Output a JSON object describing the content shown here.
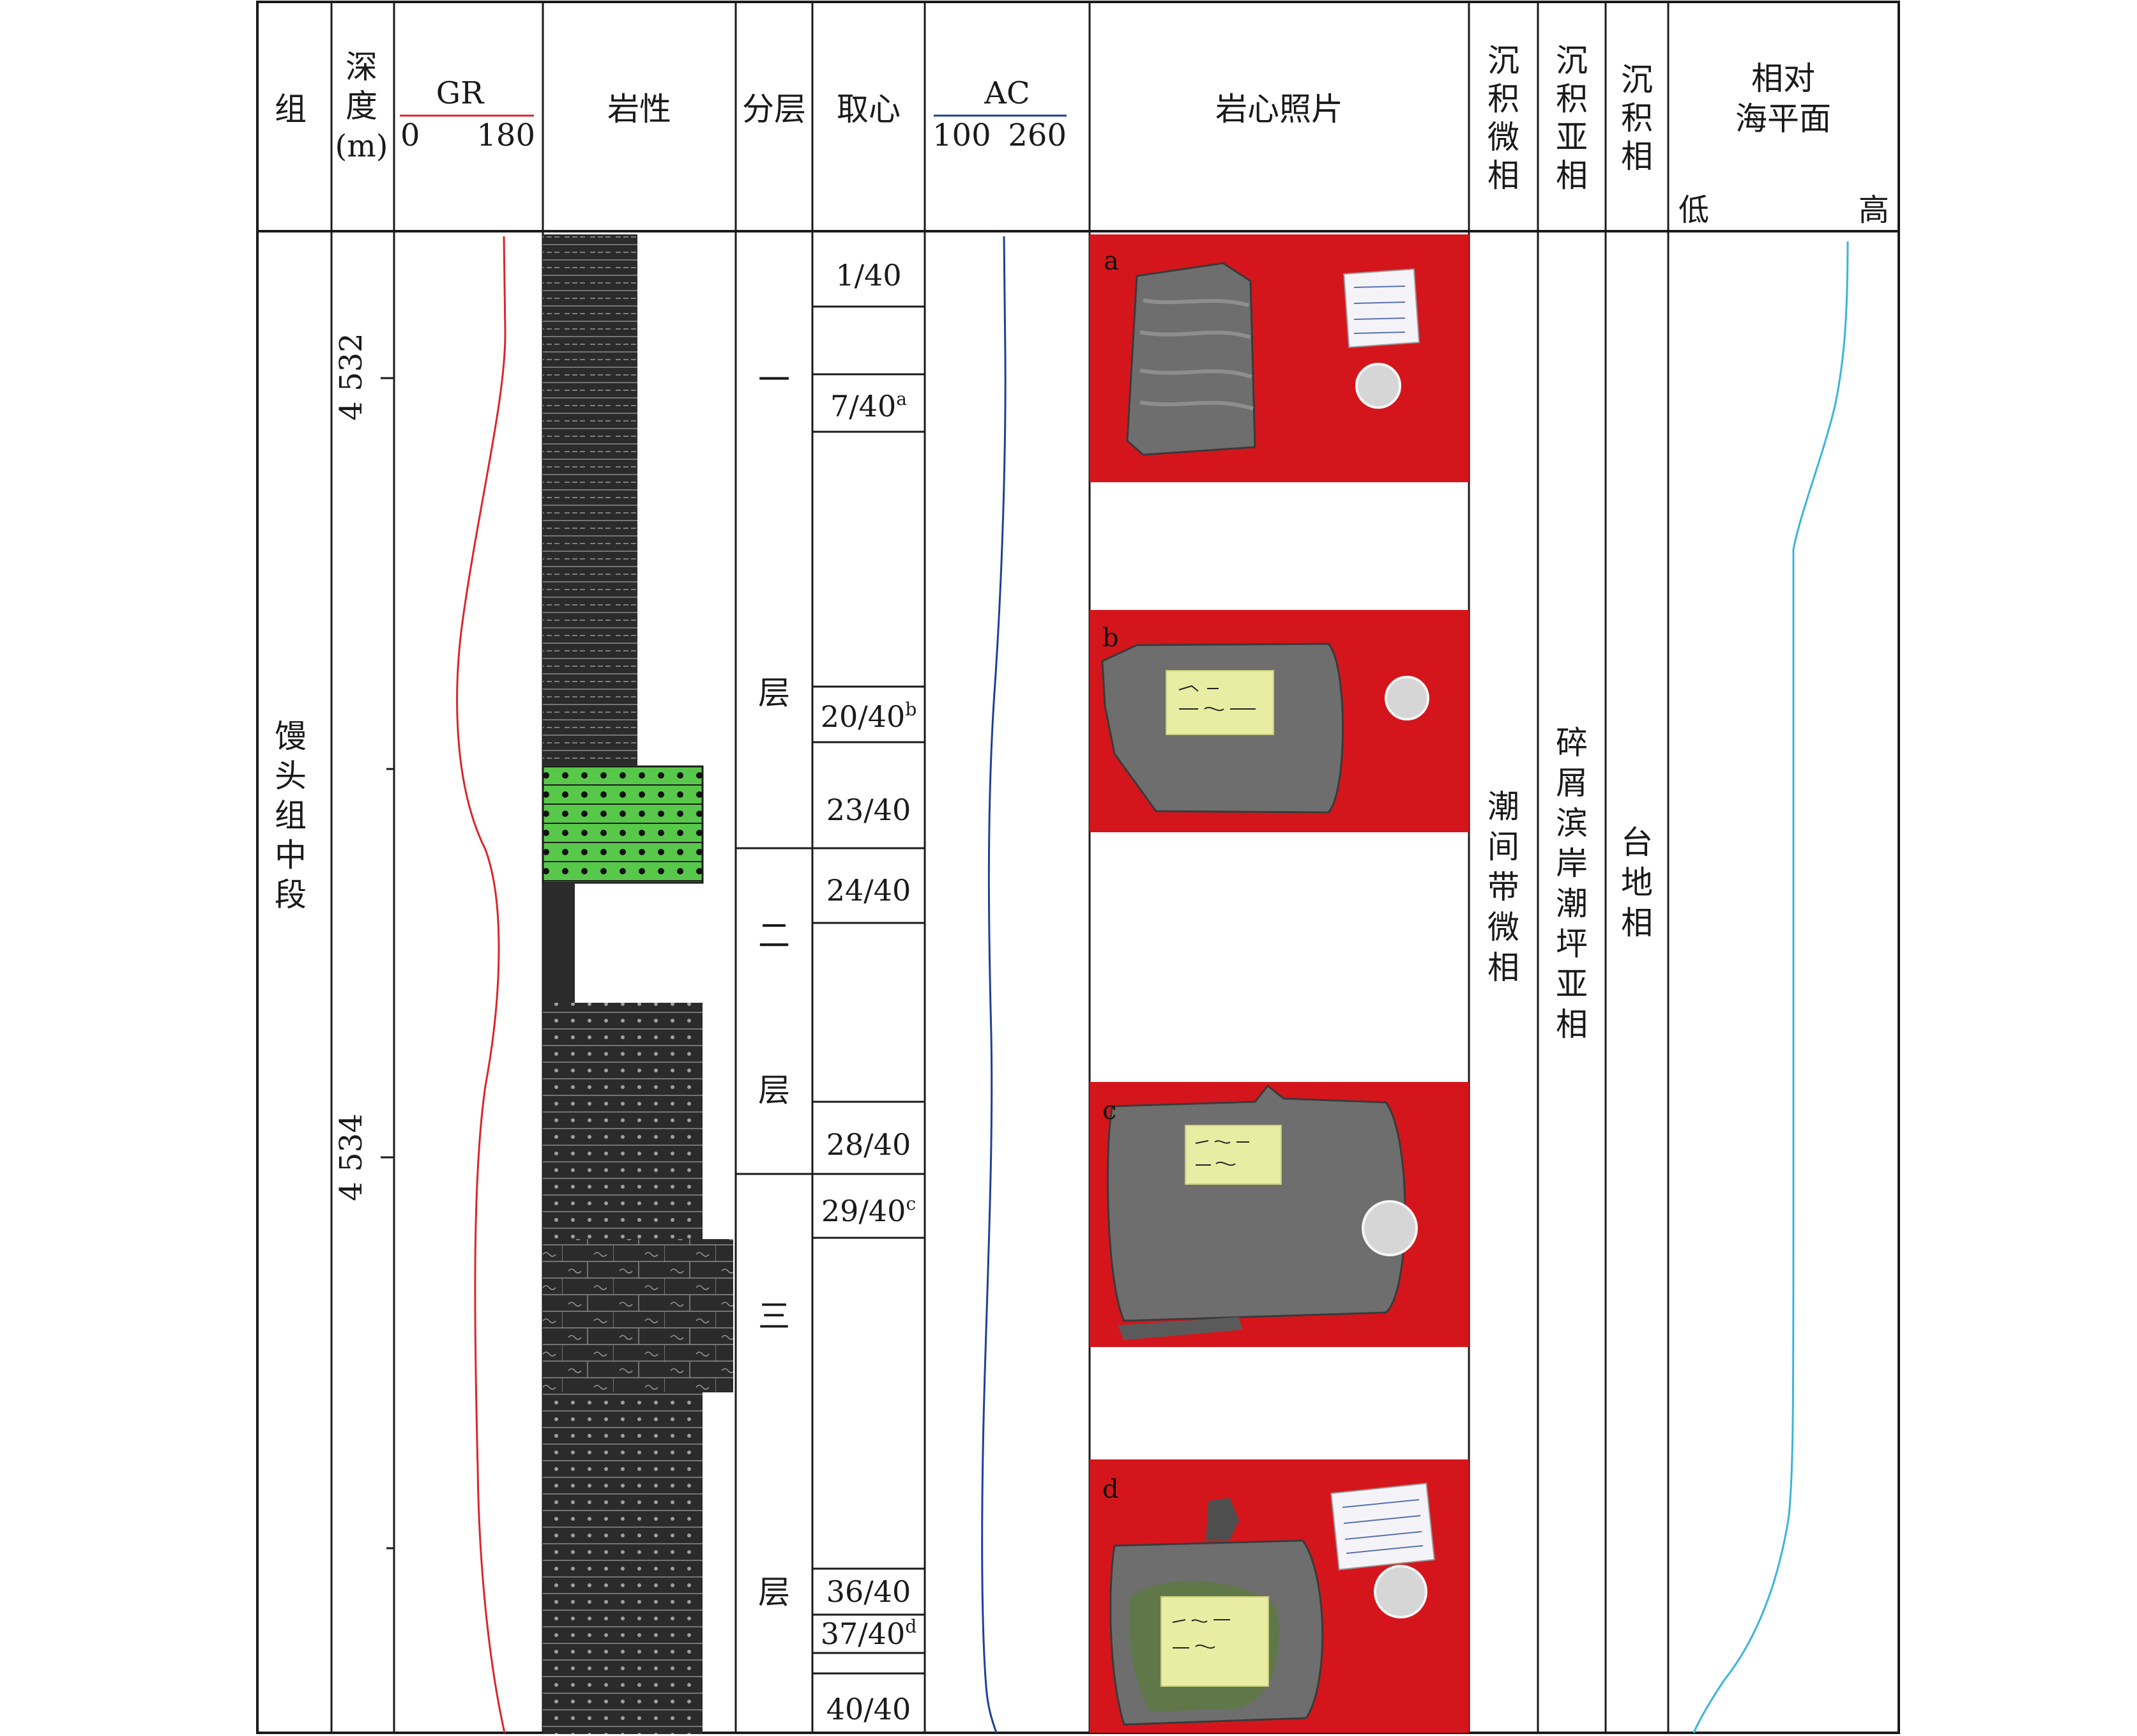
{
  "header": {
    "formation": "组",
    "depth": [
      "深",
      "度",
      "(m)"
    ],
    "gr": {
      "label": "GR",
      "min": "0",
      "max": "180",
      "color": "#d9262b"
    },
    "lithology": "岩性",
    "layer": "分层",
    "core": "取心",
    "ac": {
      "label": "AC",
      "min": "100",
      "max": "260",
      "color": "#1f3f98"
    },
    "core_photos": "岩心照片",
    "microfacies": [
      "沉",
      "积",
      "微",
      "相"
    ],
    "subfacies": [
      "沉",
      "积",
      "亚",
      "相"
    ],
    "facies": [
      "沉",
      "积",
      "相"
    ],
    "sea_level": {
      "line1": "相对",
      "line2": "海平面",
      "low": "低",
      "high": "高",
      "color": "#3bb4dc"
    }
  },
  "formation_name": [
    "馒",
    "头",
    "组",
    "中",
    "段"
  ],
  "depth_labels": [
    "4 532",
    "4 534"
  ],
  "layers": [
    {
      "chars": [
        "一",
        "层"
      ]
    },
    {
      "chars": [
        "二",
        "层"
      ]
    },
    {
      "chars": [
        "三",
        "层"
      ]
    }
  ],
  "core_samples": [
    {
      "base": "1/40",
      "sup": ""
    },
    {
      "base": "7/40",
      "sup": "a"
    },
    {
      "base": "20/40",
      "sup": "b"
    },
    {
      "base": "23/40",
      "sup": ""
    },
    {
      "base": "24/40",
      "sup": ""
    },
    {
      "base": "28/40",
      "sup": ""
    },
    {
      "base": "29/40",
      "sup": "c"
    },
    {
      "base": "36/40",
      "sup": ""
    },
    {
      "base": "37/40",
      "sup": "d"
    },
    {
      "base": "40/40",
      "sup": ""
    }
  ],
  "photos": [
    {
      "label": "a"
    },
    {
      "label": "b"
    },
    {
      "label": "c"
    },
    {
      "label": "d"
    }
  ],
  "microfacies_value": [
    "潮",
    "间",
    "带",
    "微",
    "相"
  ],
  "subfacies_value": [
    "碎",
    "屑",
    "滨",
    "岸",
    "潮",
    "坪",
    "亚",
    "相"
  ],
  "facies_value": [
    "台",
    "地",
    "相"
  ],
  "colors": {
    "lith_dark": "#2b2b2b",
    "lith_green": "#58c84a",
    "photo_red": "#d4161c",
    "rock_gray": "#6e6e6e",
    "label_yellow": "#e9eda3"
  }
}
